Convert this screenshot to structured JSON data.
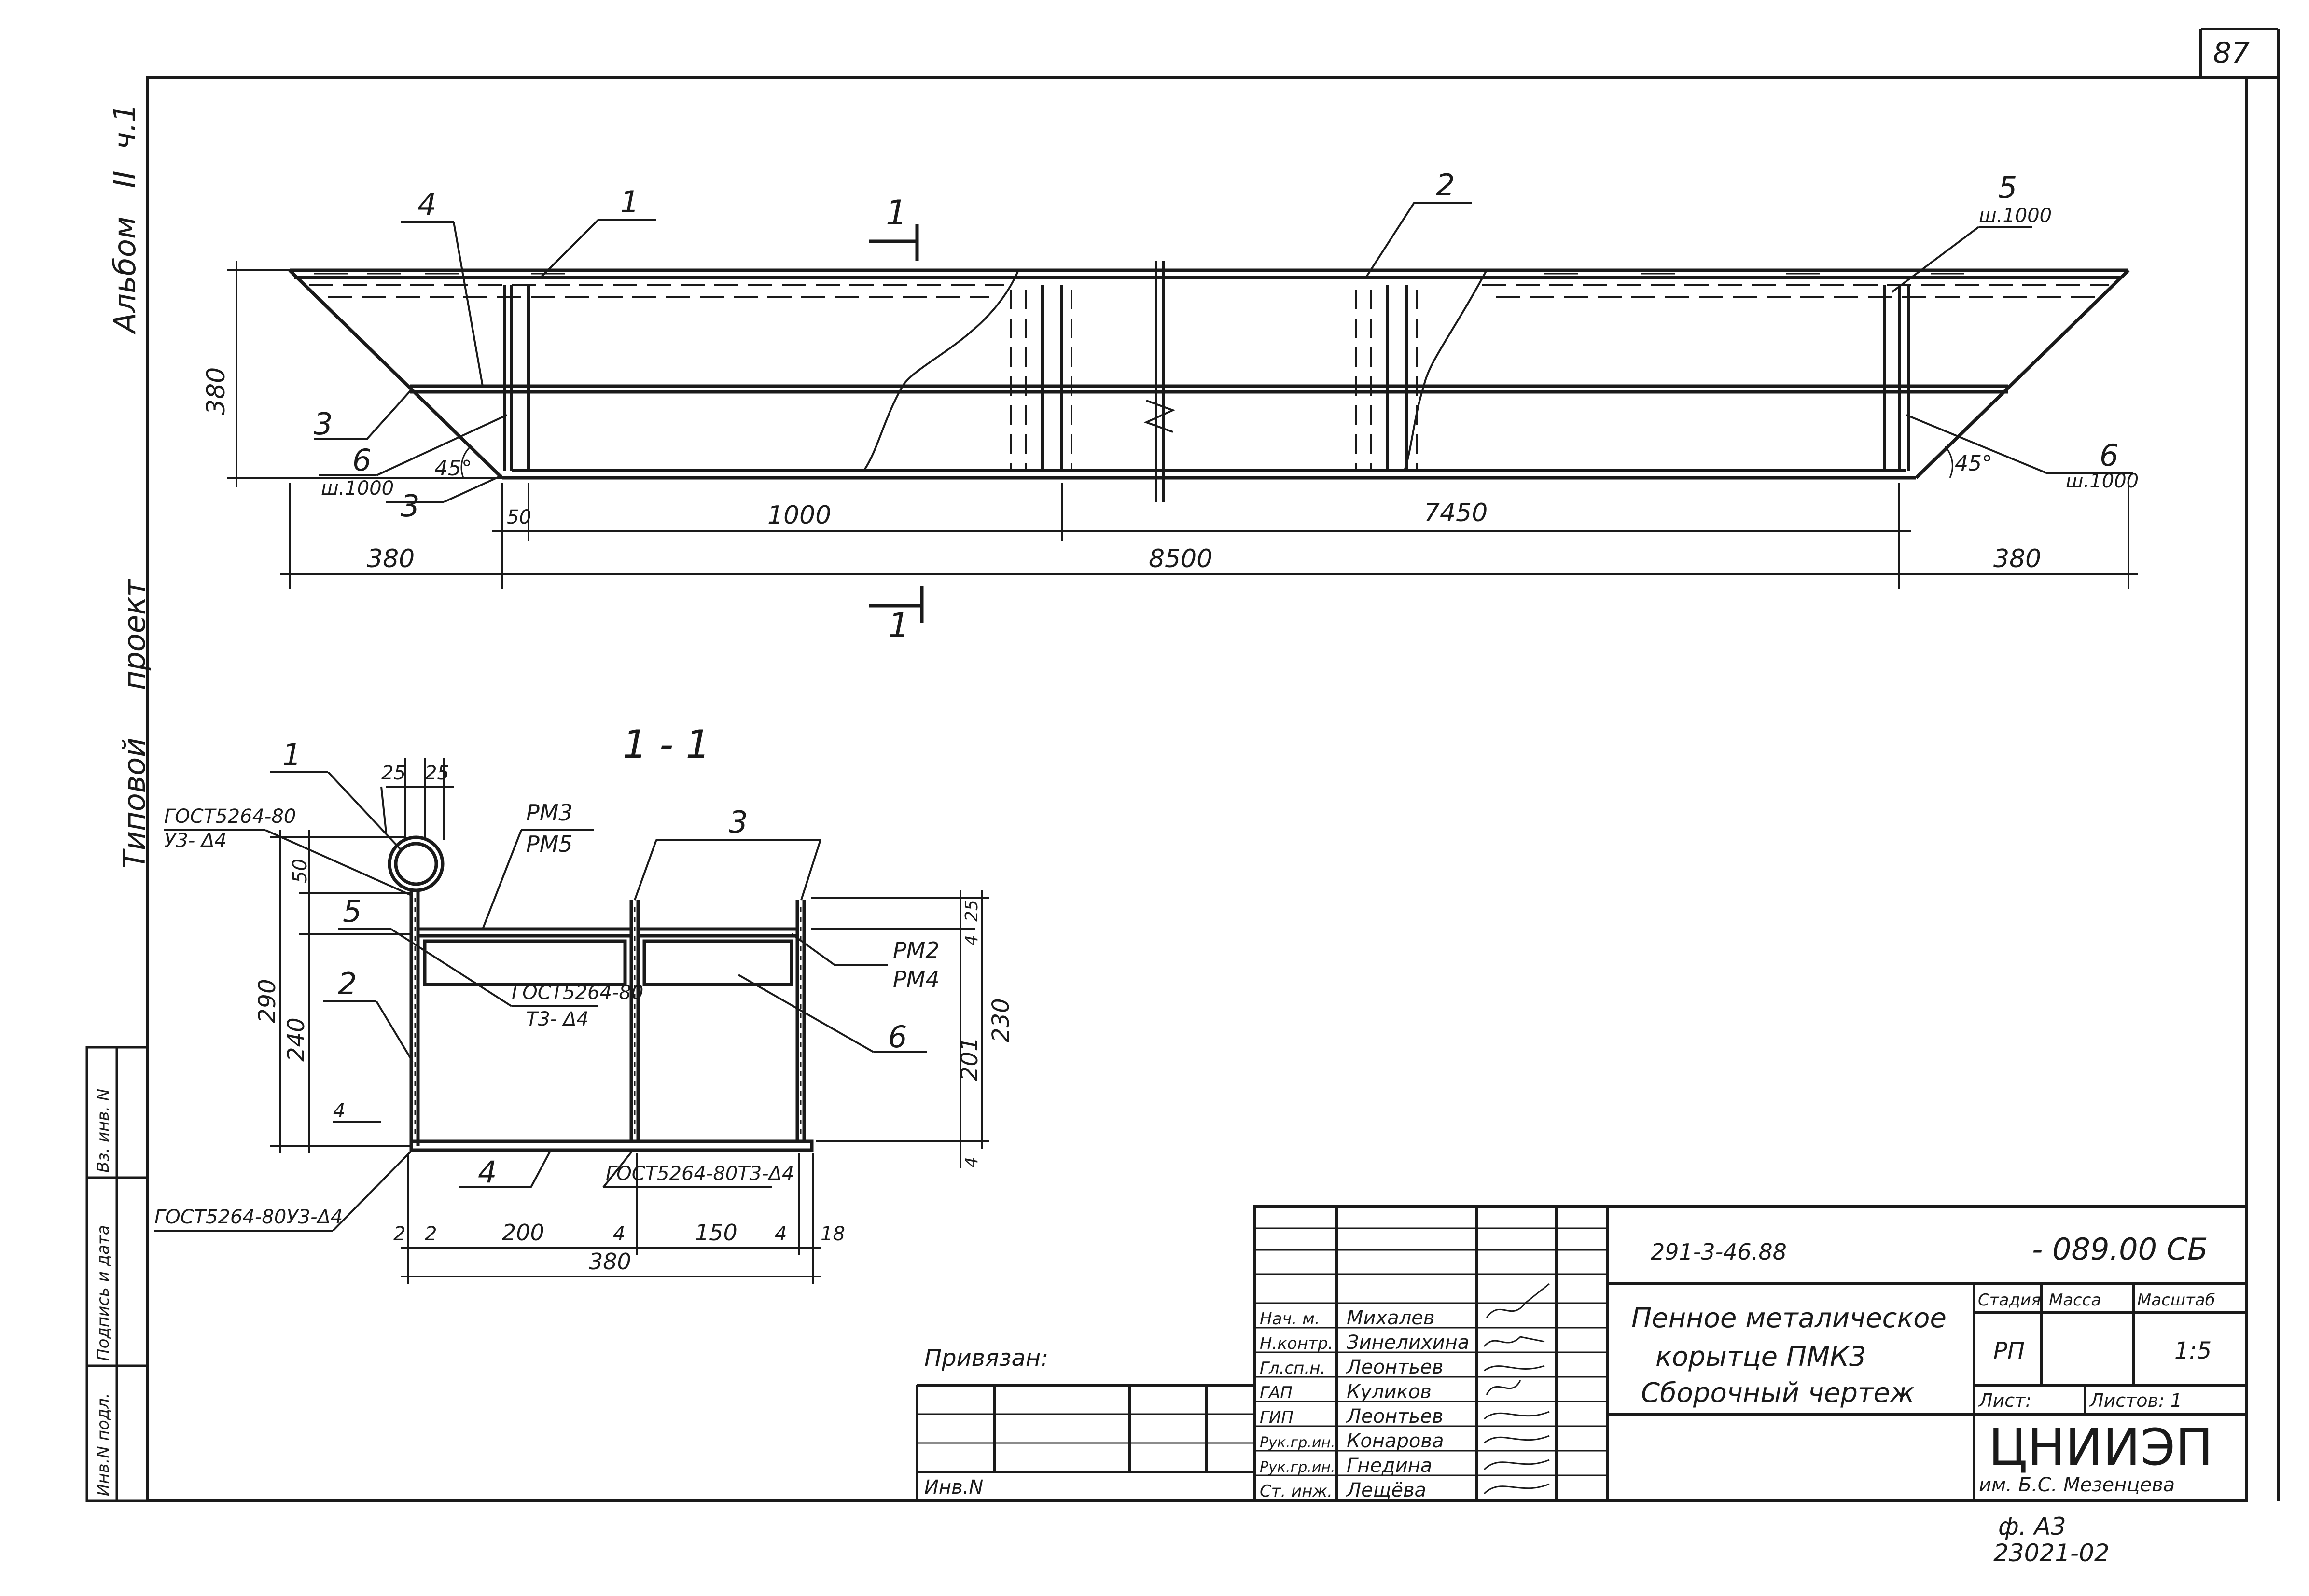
{
  "sheet": {
    "page_number": "87",
    "side_top": "Альбом",
    "side_album_num": "II",
    "side_part": "ч.1",
    "side_bottom_1": "Типовой",
    "side_bottom_2": "проект",
    "stamp_cols": [
      "Инв.N подл.",
      "Подпись и дата",
      "Вз. инв. N"
    ],
    "format_1": "ф. А3",
    "format_2": "23021-02"
  },
  "plan": {
    "callout_1": "1",
    "callout_2": "2",
    "callout_3a": "3",
    "callout_3b": "3",
    "callout_4": "4",
    "callout_5": "5",
    "callout_5_sub": "ш.1000",
    "callout_6a": "6",
    "callout_6a_sub": "ш.1000",
    "callout_6b": "6",
    "callout_6b_sub": "ш.1000",
    "section_mark_top": "1",
    "section_mark_bottom": "1",
    "angle_left": "45°",
    "angle_right": "45°",
    "dim_height": "380",
    "dim_50": "50",
    "dim_1000": "1000",
    "dim_7450": "7450",
    "dim_8500": "8500",
    "dim_380_left": "380",
    "dim_380_right": "380"
  },
  "section": {
    "title": "1 - 1",
    "callout_1": "1",
    "callout_2": "2",
    "callout_3": "3",
    "callout_4": "4",
    "callout_5": "5",
    "callout_6": "6",
    "gost_top_1": "ГОСТ5264-80",
    "gost_top_2": "У3- Δ4",
    "pm3": "РМ3",
    "pm5": "РМ5",
    "pm2": "РМ2",
    "pm4": "РМ4",
    "gost_mid_1": "ГОСТ5264-80",
    "gost_mid_2": "Т3- Δ4",
    "gost_bot_left": "ГОСТ5264-80У3-Δ4",
    "gost_bot_right": "ГОСТ5264-80Т3-Δ4",
    "dim_25a": "25",
    "dim_25b": "25",
    "dim_50": "50",
    "dim_290": "290",
    "dim_240": "240",
    "dim_4_left": "4",
    "dim_25_right": "25",
    "dim_4_right_top": "4",
    "dim_201": "201",
    "dim_230": "230",
    "dim_4_right_bot": "4",
    "dim_2a": "2",
    "dim_2b": "2",
    "dim_200": "200",
    "dim_4_mid": "4",
    "dim_150": "150",
    "dim_4_end": "4",
    "dim_18": "18",
    "dim_380": "380"
  },
  "title_block": {
    "code": "291-3-46.88",
    "doc_number": "- 089.00 СБ",
    "title_line1": "Пенное металическое",
    "title_line2": "корытце ПМК3",
    "title_line3": "Сборочный чертеж",
    "h_stage": "Стадия",
    "h_mass": "Масса",
    "h_scale": "Масштаб",
    "stage": "РП",
    "scale": "1:5",
    "sheet_label": "Лист:",
    "sheets_label": "Листов: 1",
    "org_name": "ЦНИИЭП",
    "org_sub": "им. Б.С. Мезенцева",
    "bound_label": "Привязан:",
    "inv_label": "Инв.N",
    "roles": [
      {
        "role": "Нач. м.",
        "name": "Михалев"
      },
      {
        "role": "Н.контр.",
        "name": "Зинелихина"
      },
      {
        "role": "Гл.сп.н.",
        "name": "Леонтьев"
      },
      {
        "role": "ГАП",
        "name": "Куликов"
      },
      {
        "role": "ГИП",
        "name": "Леонтьев"
      },
      {
        "role": "Рук.гр.ин.",
        "name": "Конарова"
      },
      {
        "role": "Рук.гр.ин.",
        "name": "Гнедина"
      },
      {
        "role": "Ст. инж.",
        "name": "Лещёва"
      }
    ]
  },
  "colors": {
    "ink": "#1a1a1a",
    "paper": "#ffffff"
  }
}
